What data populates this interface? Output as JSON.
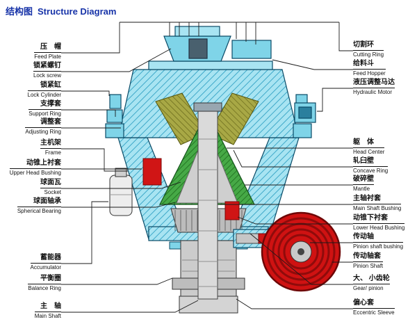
{
  "title": {
    "zh": "结构图",
    "en": "Structure Diagram"
  },
  "left_labels": [
    {
      "zh": "压　帽",
      "en": "Feed Plate"
    },
    {
      "zh": "锁紧螺钉",
      "en": "Lock screw"
    },
    {
      "zh": "锁紧缸",
      "en": "Lock Cylinder"
    },
    {
      "zh": "支撑套",
      "en": "Support Ring"
    },
    {
      "zh": "调整套",
      "en": "Adjusting Ring"
    },
    {
      "zh": "主机架",
      "en": "Frame"
    },
    {
      "zh": "动锥上衬套",
      "en": "Upper Head Bushing"
    },
    {
      "zh": "球面瓦",
      "en": "Socket"
    },
    {
      "zh": "球面轴承",
      "en": "Spherical Bearing"
    },
    {
      "zh": "蓄能器",
      "en": "Accumulator"
    },
    {
      "zh": "平衡圈",
      "en": "Balance Ring"
    },
    {
      "zh": "主　轴",
      "en": "Main Shaft"
    }
  ],
  "right_labels": [
    {
      "zh": "切割环",
      "en": "Cutting Ring"
    },
    {
      "zh": "给料斗",
      "en": "Feed Hopper"
    },
    {
      "zh": "液压调整马达",
      "en": "Hydraulic Motor"
    },
    {
      "zh": "躯　体",
      "en": "Head Center"
    },
    {
      "zh": "轧臼壁",
      "en": "Concave Ring"
    },
    {
      "zh": "破碎壁",
      "en": "Mantle"
    },
    {
      "zh": "主轴衬套",
      "en": "Main Shaft Bushing"
    },
    {
      "zh": "动锥下衬套",
      "en": "Lower Head Bushing"
    },
    {
      "zh": "传动轴",
      "en": "Pinion shaft bushing"
    },
    {
      "zh": "传动轴套",
      "en": "Pinion Shaft"
    },
    {
      "zh": "大、 小齿轮",
      "en": "Gear/ pinion"
    },
    {
      "zh": "偏心套",
      "en": "Eccentric Sleeve"
    }
  ],
  "colors": {
    "title_blue": "#1733a8",
    "machine_cyan": "#7fd4e8",
    "machine_cyan_light": "#a8e4f2",
    "mantle_green": "#3aa23a",
    "concave_olive": "#a8a845",
    "highlight_red": "#d01515",
    "leader_line": "#1a1a1a"
  }
}
